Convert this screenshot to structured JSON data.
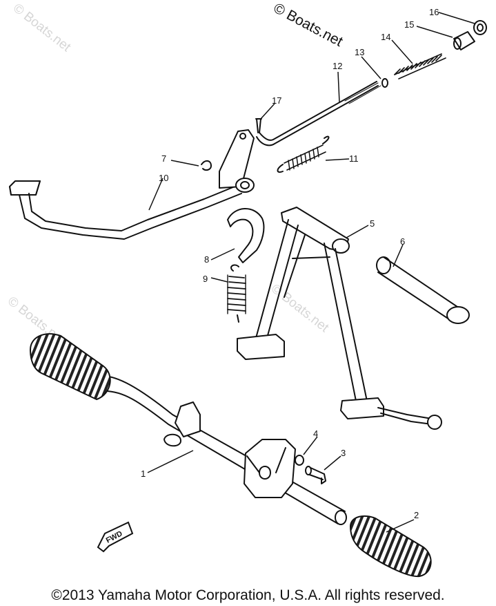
{
  "watermarks": {
    "top": "© Boats.net",
    "faint_top_left": "© Boats.net",
    "faint_left": "© Boats.net",
    "faint_center": "© Boats.net"
  },
  "callouts": {
    "c1": "1",
    "c2": "2",
    "c3": "3",
    "c4": "4",
    "c5": "5",
    "c6": "6",
    "c7": "7",
    "c8": "8",
    "c9": "9",
    "c10": "10",
    "c11": "11",
    "c12": "12",
    "c13": "13",
    "c14": "14",
    "c15": "15",
    "c16": "16",
    "c17": "17"
  },
  "fwd_label": "FWD",
  "copyright": "©2013 Yamaha Motor Corporation, U.S.A. All rights reserved."
}
